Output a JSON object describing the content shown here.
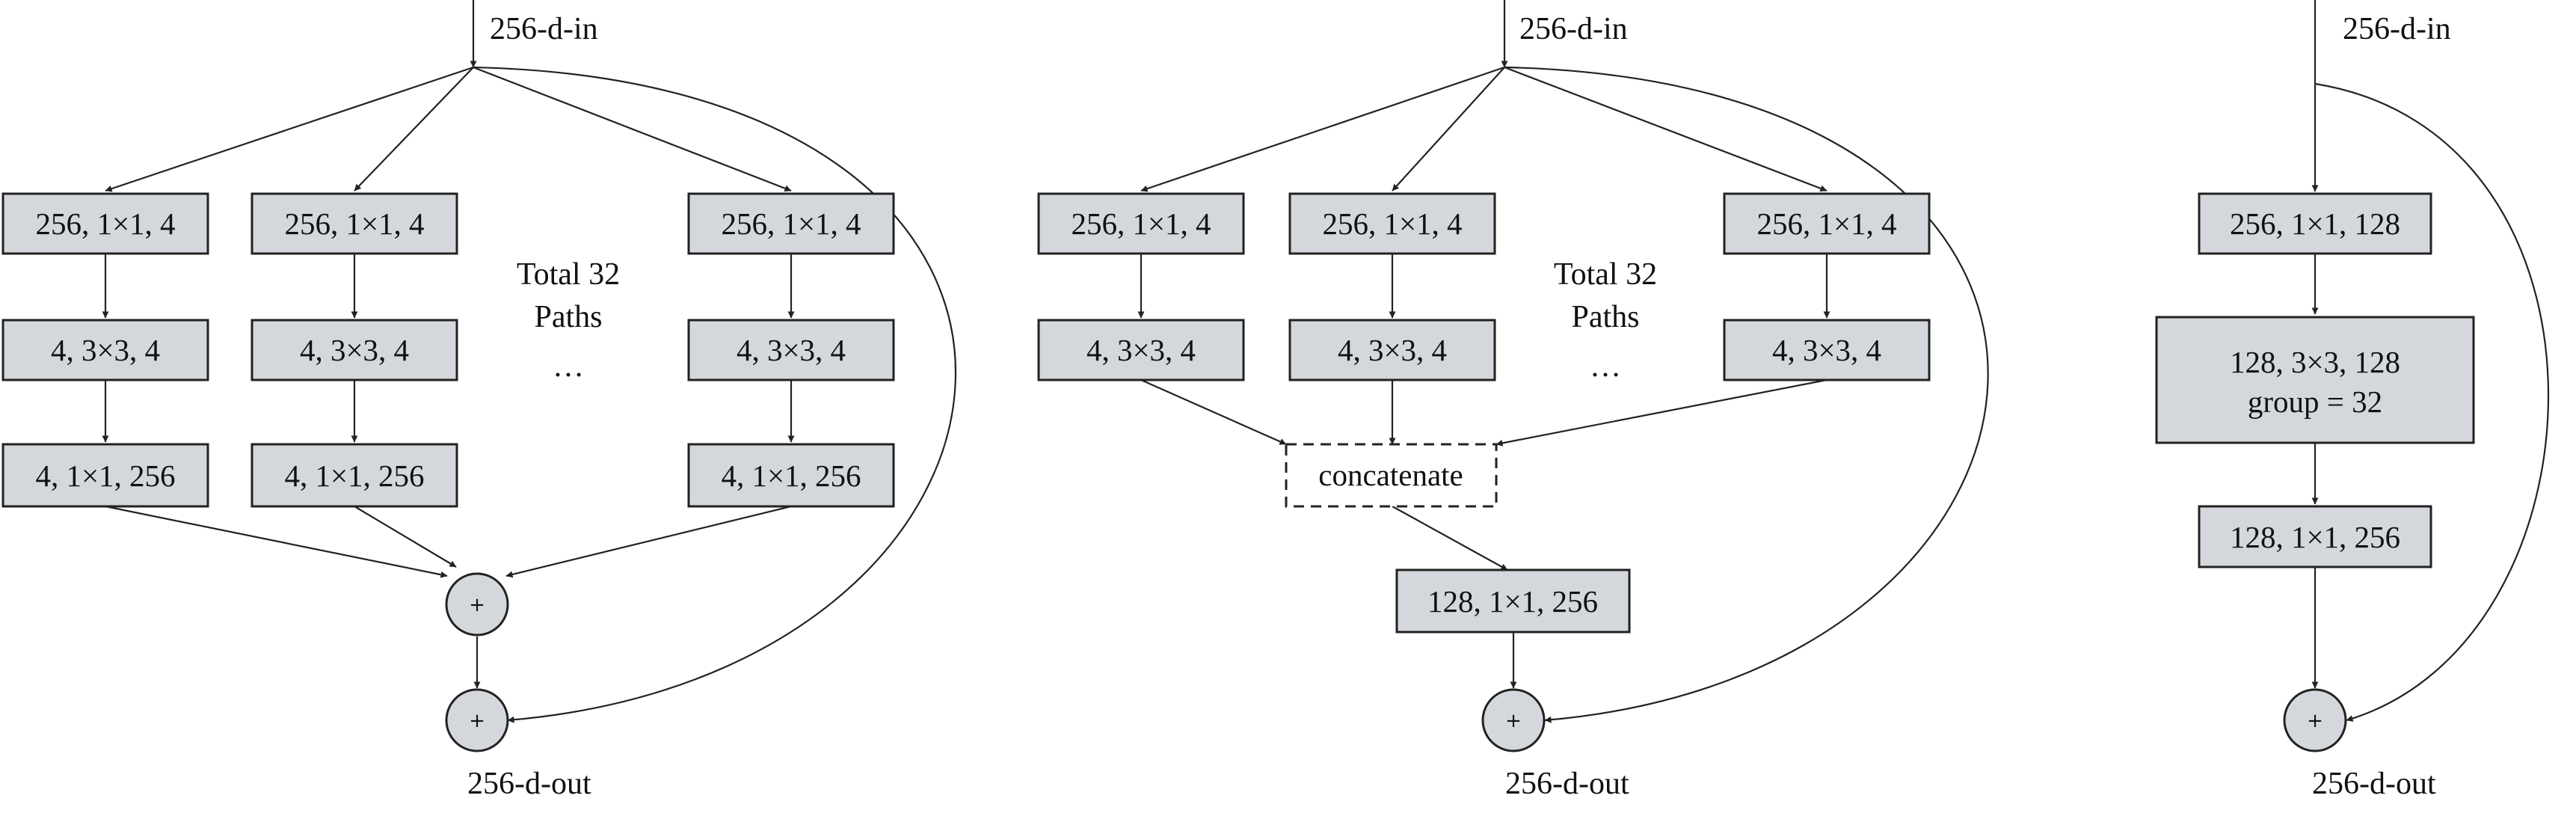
{
  "panel_a": {
    "input_label": "256-d-in",
    "output_label": "256-d-out",
    "paths": [
      {
        "l1": "256, 1×1, 4",
        "l2": "4, 3×3, 4",
        "l3": "4, 1×1, 256"
      },
      {
        "l1": "256, 1×1, 4",
        "l2": "4, 3×3, 4",
        "l3": "4, 1×1, 256"
      },
      {
        "l1": "256, 1×1, 4",
        "l2": "4, 3×3, 4",
        "l3": "4, 1×1, 256"
      }
    ],
    "note_line1": "Total 32",
    "note_line2": "Paths",
    "ellipsis": "…",
    "sum_symbol": "+",
    "add_symbol": "+"
  },
  "panel_b": {
    "input_label": "256-d-in",
    "output_label": "256-d-out",
    "paths": [
      {
        "l1": "256, 1×1, 4",
        "l2": "4, 3×3, 4"
      },
      {
        "l1": "256, 1×1, 4",
        "l2": "4, 3×3, 4"
      },
      {
        "l1": "256, 1×1, 4",
        "l2": "4, 3×3, 4"
      }
    ],
    "note_line1": "Total 32",
    "note_line2": "Paths",
    "ellipsis": "…",
    "concat_label": "concatenate",
    "proj_label": "128, 1×1, 256",
    "add_symbol": "+"
  },
  "panel_c": {
    "input_label": "256-d-in",
    "output_label": "256-d-out",
    "conv1": "256, 1×1, 128",
    "conv2_line1": "128, 3×3, 128",
    "conv2_line2": "group = 32",
    "conv3": "128, 1×1, 256",
    "add_symbol": "+"
  },
  "colors": {
    "box_fill": "#d4d8dc",
    "stroke": "#222222",
    "background": "#ffffff"
  }
}
